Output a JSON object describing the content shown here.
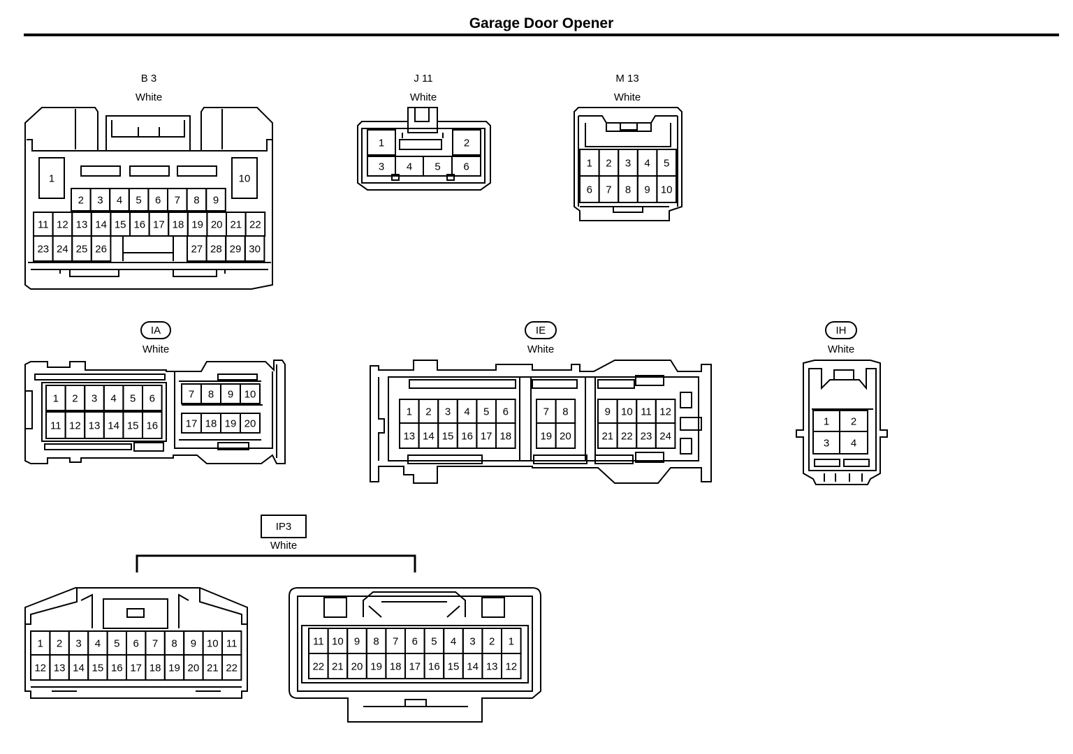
{
  "title": "Garage Door Opener",
  "connectors": {
    "b3": {
      "code": "B 3",
      "color": "White",
      "pins": [
        "1",
        "2",
        "3",
        "4",
        "5",
        "6",
        "7",
        "8",
        "9",
        "10",
        "11",
        "12",
        "13",
        "14",
        "15",
        "16",
        "17",
        "18",
        "19",
        "20",
        "21",
        "22",
        "23",
        "24",
        "25",
        "26",
        "27",
        "28",
        "29",
        "30"
      ]
    },
    "j11": {
      "code": "J 11",
      "color": "White",
      "pins": [
        "1",
        "2",
        "3",
        "4",
        "5",
        "6"
      ]
    },
    "m13": {
      "code": "M 13",
      "color": "White",
      "pins": [
        "1",
        "2",
        "3",
        "4",
        "5",
        "6",
        "7",
        "8",
        "9",
        "10"
      ]
    },
    "ia": {
      "code": "IA",
      "color": "White",
      "pins": [
        "1",
        "2",
        "3",
        "4",
        "5",
        "6",
        "7",
        "8",
        "9",
        "10",
        "11",
        "12",
        "13",
        "14",
        "15",
        "16",
        "17",
        "18",
        "19",
        "20"
      ]
    },
    "ie": {
      "code": "IE",
      "color": "White",
      "pins": [
        "1",
        "2",
        "3",
        "4",
        "5",
        "6",
        "7",
        "8",
        "9",
        "10",
        "11",
        "12",
        "13",
        "14",
        "15",
        "16",
        "17",
        "18",
        "19",
        "20",
        "21",
        "22",
        "23",
        "24"
      ]
    },
    "ih": {
      "code": "IH",
      "color": "White",
      "pins": [
        "1",
        "2",
        "3",
        "4"
      ]
    },
    "ip3": {
      "code": "IP3",
      "color": "White",
      "male_pins": [
        "1",
        "2",
        "3",
        "4",
        "5",
        "6",
        "7",
        "8",
        "9",
        "10",
        "11",
        "12",
        "13",
        "14",
        "15",
        "16",
        "17",
        "18",
        "19",
        "20",
        "21",
        "22"
      ],
      "female_pins": [
        "11",
        "10",
        "9",
        "8",
        "7",
        "6",
        "5",
        "4",
        "3",
        "2",
        "1",
        "22",
        "21",
        "20",
        "19",
        "18",
        "17",
        "16",
        "15",
        "14",
        "13",
        "12"
      ]
    }
  }
}
